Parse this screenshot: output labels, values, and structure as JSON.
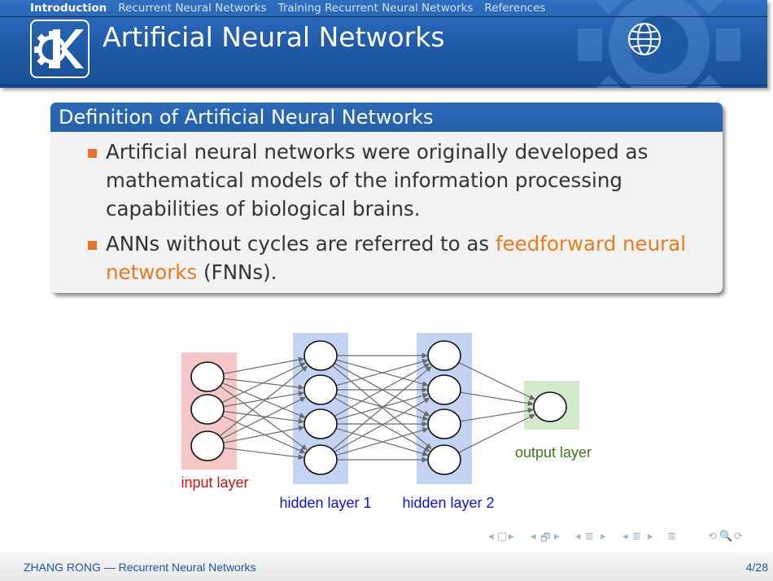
{
  "nav": {
    "items": [
      {
        "label": "Introduction",
        "active": true
      },
      {
        "label": "Recurrent Neural Networks",
        "active": false
      },
      {
        "label": "Training Recurrent Neural Networks",
        "active": false
      },
      {
        "label": "References",
        "active": false
      }
    ]
  },
  "header": {
    "title": "Artificial Neural Networks",
    "logo_icon": "kde-logo-icon",
    "decor_icon": "globe-icon",
    "color": "#1f5aa6"
  },
  "block": {
    "title": "Definition of Artificial Neural Networks",
    "bullets": [
      {
        "text": "Artificial neural networks were originally developed as mathematical models of the information processing capabilities of biological brains."
      },
      {
        "prefix": "ANNs without cycles are referred to as ",
        "highlight": "feedforward neural networks",
        "suffix": " (FNNs)."
      }
    ],
    "highlight_color": "#e87d1e"
  },
  "diagram": {
    "layers": [
      {
        "label": "input layer",
        "color": "#cc1111",
        "band_color": "#f4c6c6",
        "nodes": 3
      },
      {
        "label": "hidden layer 1",
        "color": "#1111cc",
        "band_color": "#c3d3f3",
        "nodes": 4
      },
      {
        "label": "hidden layer 2",
        "color": "#1111cc",
        "band_color": "#c3d3f3",
        "nodes": 4
      },
      {
        "label": "output layer",
        "color": "#3a7a1a",
        "band_color": "#d3e9cc",
        "nodes": 1
      }
    ]
  },
  "navigation_symbols": [
    "◂",
    "□",
    "▸",
    "◂",
    "🗗",
    "▸",
    "◂",
    "≣",
    "▸",
    "◂",
    "≣",
    "▸",
    "≣",
    "⟲",
    "🔍",
    "⟳"
  ],
  "footer": {
    "left": "ZHANG RONG — Recurrent Neural Networks",
    "right": "4/28"
  }
}
